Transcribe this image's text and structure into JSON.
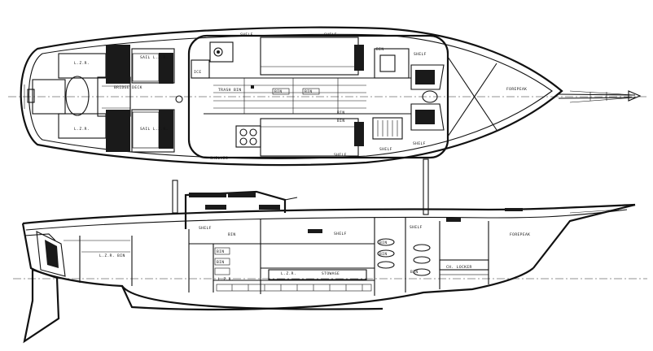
{
  "title": "",
  "plan": {
    "labels": {
      "lzr1": "L.Z.R.",
      "lzr2": "L.Z.R.",
      "sail_lzr1": "SAIL L.Z.R.",
      "sail_lzr2": "SAIL L.Z.R.",
      "bridge_deck": "BRIDGE DECK",
      "ice": "ICE",
      "trash_bin": "TRASH BIN",
      "shelves": "SHELVES",
      "shelf1": "SHELF",
      "shelf2": "SHELF",
      "shelf3": "SHELF",
      "shelf4": "SHELF",
      "shelf5": "SHELF",
      "shelf6": "SHELF",
      "bin1": "BIN",
      "bin2": "BIN",
      "bin3": "BIN",
      "bin4": "BIN",
      "bin5": "BIN",
      "forepeak": "FOREPEAK"
    }
  },
  "profile": {
    "labels": {
      "shelf1": "SHELF",
      "shelf2": "SHELF",
      "shelf3": "SHELF",
      "lzr1": "L.Z.R.",
      "lzr2": "L.Z.R.",
      "lzr_bin": "L.Z.R. BIN",
      "bin1": "BIN",
      "bin2": "BIN",
      "bin3": "BIN",
      "bin4": "BIN",
      "bin5": "BIN",
      "bin6": "BIN",
      "forepeak": "FOREPEAK",
      "chain_locker": "CH. LOCKER",
      "stowage": "STOWAGE"
    }
  }
}
